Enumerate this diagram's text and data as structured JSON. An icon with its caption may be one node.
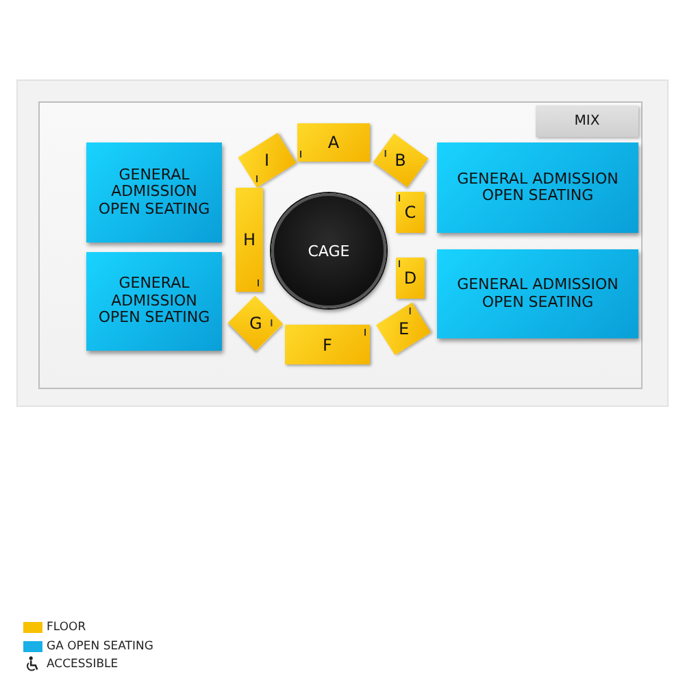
{
  "diagram": {
    "nodes": [
      {
        "text": [
          "MIX"
        ]
      },
      {
        "text": [
          "GENERAL ADMISSION OPEN SEATING"
        ]
      },
      {
        "text": [
          "GENERAL ADMISSION OPEN SEATING"
        ]
      },
      {
        "text": [
          "I"
        ]
      },
      {
        "text": [
          "A"
        ]
      },
      {
        "text": [
          "B"
        ]
      },
      {
        "text": [
          "GENERAL ADMISSION OPEN SEATING"
        ]
      },
      {
        "text": [
          "C"
        ]
      },
      {
        "text": [
          "H"
        ]
      },
      {
        "text": [
          "CAGE"
        ]
      },
      {
        "text": [
          "D"
        ]
      },
      {
        "text": [
          "GENERAL ADMISSION OPEN SEATING"
        ]
      },
      {
        "text": [
          "G"
        ]
      },
      {
        "text": [
          "F"
        ]
      },
      {
        "text": [
          "E"
        ]
      }
    ],
    "edges": [],
    "legend": [
      {
        "text": "FLOOR",
        "color": "#f7c000"
      },
      {
        "text": "GA OPEN SEATING",
        "color": "#18b0e6"
      },
      {
        "text": "ACCESSIBLE"
      }
    ]
  }
}
